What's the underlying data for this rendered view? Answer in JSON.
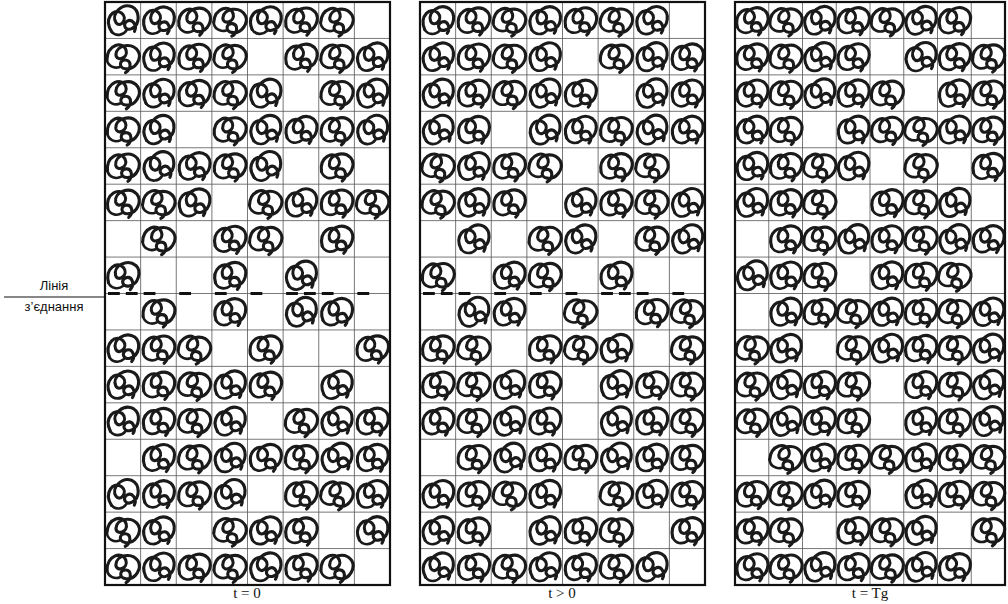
{
  "diagram": {
    "labels": [
      "Лінія",
      "з’єднання",
      "t = 0",
      "t > 0",
      "t = Tg"
    ]
  }
}
